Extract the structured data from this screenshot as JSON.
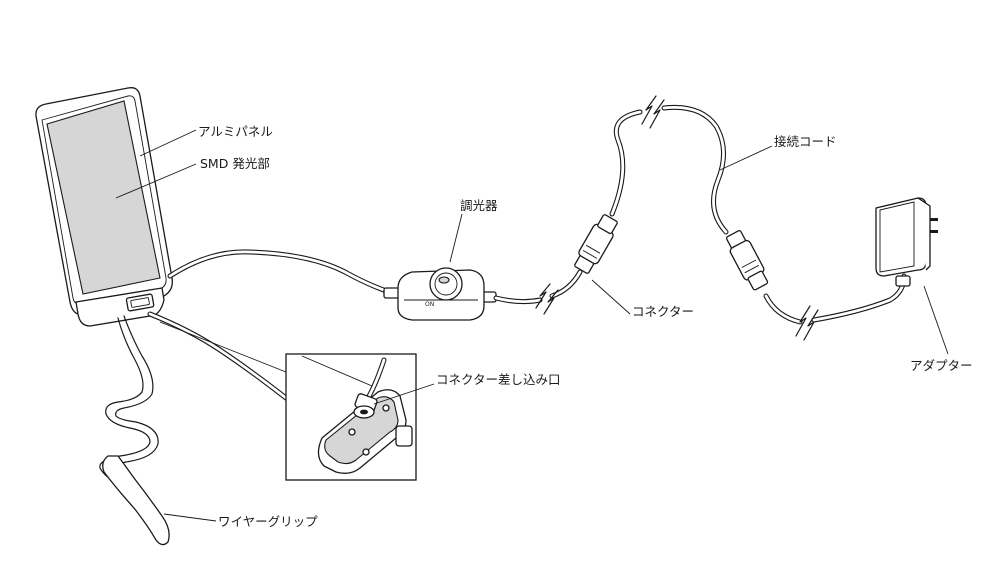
{
  "labels": {
    "aluminum_panel": "アルミパネル",
    "smd_emitter": "SMD 発光部",
    "dimmer": "調光器",
    "connection_cord": "接続コード",
    "connector": "コネクター",
    "adapter": "アダプター",
    "connector_socket": "コネクター差し込み口",
    "wire_grip": "ワイヤーグリップ"
  },
  "dimmer_marking": "ON"
}
